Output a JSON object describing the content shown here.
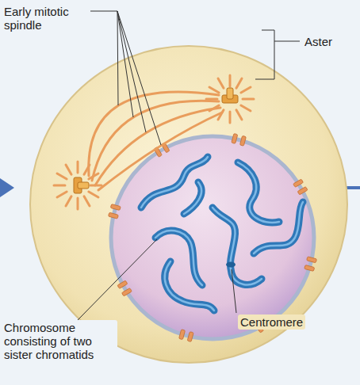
{
  "diagram": {
    "labels": [
      "Early mitotic spindle",
      "Aster",
      "Chromosome consisting of two sister chromatids",
      "Centromere"
    ]
  }
}
